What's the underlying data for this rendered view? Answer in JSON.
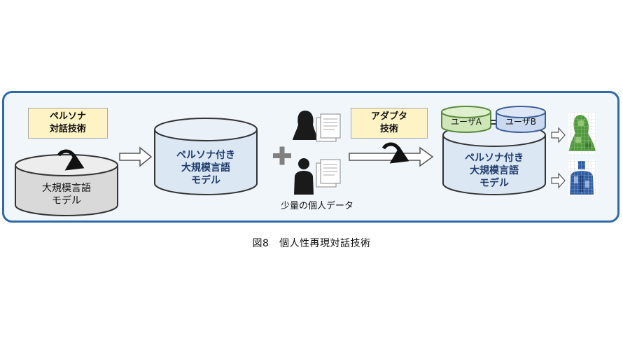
{
  "persona_box": {
    "line1": "ペルソナ",
    "line2": "対話技術"
  },
  "base_model": {
    "line1": "大規模言語",
    "line2": "モデル"
  },
  "persona_model": {
    "line1": "ペルソナ付き",
    "line2": "大規模言語",
    "line3": "モデル"
  },
  "personal_data_label": "少量の個人データ",
  "adapter_box": {
    "line1": "アダプタ",
    "line2": "技術"
  },
  "user_a": "ユーザA",
  "user_b": "ユーザB",
  "final_model": {
    "line1": "ペルソナ付き",
    "line2": "大規模言語",
    "line3": "モデル"
  },
  "caption": "図8　個人性再現対話技術",
  "colors": {
    "panel_border": "#2e6ba8",
    "panel_fill": "#f1f6fb",
    "label_fill": "#fdf3c4",
    "gray_cylinder": "#d9d9d9",
    "blue_cylinder": "#dbe7f3",
    "user_a": "#cfe6b8",
    "user_b": "#cbd9f0",
    "green_mosaic": "#4f9a3a",
    "blue_mosaic": "#2f5fa8"
  },
  "icons": [
    "cycle-arrow-icon",
    "plus-icon",
    "woman-silhouette-icon",
    "man-silhouette-icon",
    "document-icon",
    "arrow-right-icon"
  ]
}
